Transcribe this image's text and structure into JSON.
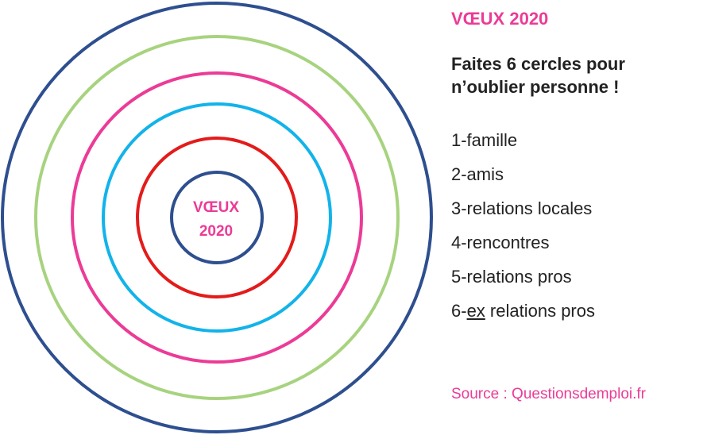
{
  "diagram": {
    "center_label": {
      "line1": "VŒUX",
      "line2": "2020"
    },
    "rings": [
      {
        "index": 1,
        "color": "#2e4f8f"
      },
      {
        "index": 2,
        "color": "#e31b1b"
      },
      {
        "index": 3,
        "color": "#12b3ea"
      },
      {
        "index": 4,
        "color": "#ec3b96"
      },
      {
        "index": 5,
        "color": "#a7d37f"
      },
      {
        "index": 6,
        "color": "#2e4f8f"
      }
    ]
  },
  "panel": {
    "heading": "VŒUX 2020",
    "subheading_line1": "Faites 6 cercles pour",
    "subheading_line2": "n’oublier personne !",
    "items": [
      {
        "text": "1-famille"
      },
      {
        "text": "2-amis"
      },
      {
        "text": "3-relations locales"
      },
      {
        "text": "4-rencontres"
      },
      {
        "text": "5-relations pros"
      },
      {
        "prefix": "6-",
        "underlined": "ex",
        "suffix": " relations pros"
      }
    ],
    "source": "Source : Questionsdemploi.fr"
  },
  "colors": {
    "accent_pink": "#ec3b96",
    "text_dark": "#222222"
  }
}
